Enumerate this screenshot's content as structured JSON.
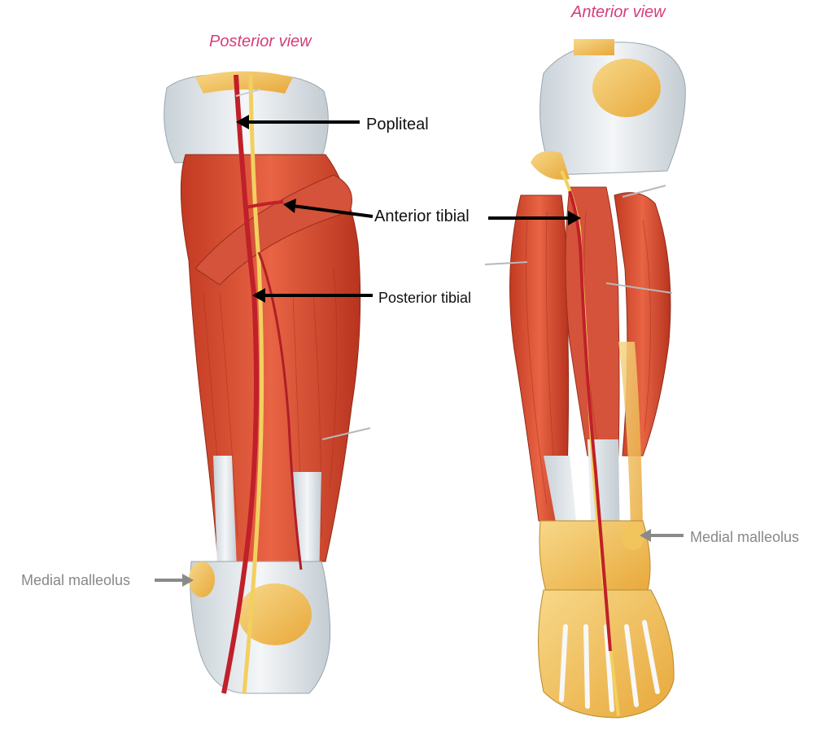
{
  "views": {
    "posterior": {
      "title": "Posterior view"
    },
    "anterior": {
      "title": "Anterior view"
    }
  },
  "labels": {
    "popliteal": "Popliteal",
    "anterior_tibial": "Anterior tibial",
    "posterior_tibial": "Posterior tibial",
    "medial_malleolus_posterior": "Medial malleolus",
    "medial_malleolus_anterior": "Medial malleolus"
  },
  "colors": {
    "title": "#d63d7a",
    "label": "#111111",
    "secondary_label": "#888888",
    "black_arrow": "#000000",
    "grey_arrow": "#8a8a8a",
    "muscle": "#d94a2e",
    "muscle_dark": "#b8341f",
    "tendon": "#e8ecef",
    "bone": "#f0c060",
    "artery": "#c0202a",
    "nerve": "#f2d060"
  }
}
